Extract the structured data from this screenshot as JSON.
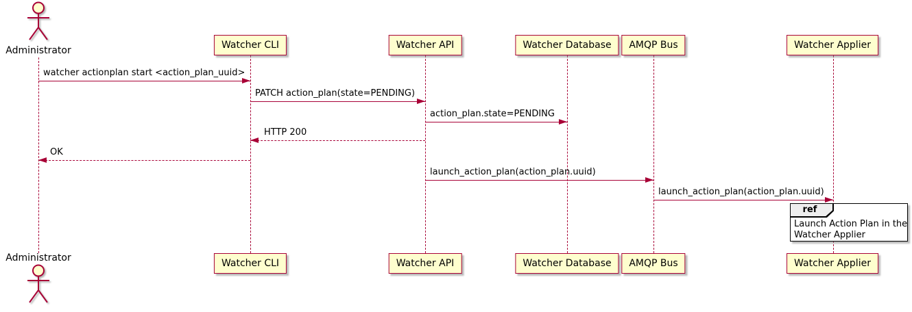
{
  "diagram_type": "uml-sequence",
  "colors": {
    "participant_fill": "#FEFECE",
    "participant_border": "#A80036",
    "lifeline": "#A80036",
    "arrow": "#A80036",
    "text": "#000000",
    "ref_border": "#000000",
    "ref_tab_fill": "#EEEEEE",
    "background": "#FFFFFF"
  },
  "participants": [
    {
      "name": "Administrator",
      "type": "actor"
    },
    {
      "name": "Watcher CLI",
      "type": "participant"
    },
    {
      "name": "Watcher API",
      "type": "participant"
    },
    {
      "name": "Watcher Database",
      "type": "participant"
    },
    {
      "name": "AMQP Bus",
      "type": "participant"
    },
    {
      "name": "Watcher Applier",
      "type": "participant"
    }
  ],
  "messages": [
    {
      "from": "Administrator",
      "to": "Watcher CLI",
      "label": "watcher actionplan start <action_plan_uuid>",
      "line": "solid",
      "direction": "right"
    },
    {
      "from": "Watcher CLI",
      "to": "Watcher API",
      "label": "PATCH action_plan(state=PENDING)",
      "line": "solid",
      "direction": "right"
    },
    {
      "from": "Watcher API",
      "to": "Watcher Database",
      "label": "action_plan.state=PENDING",
      "line": "solid",
      "direction": "right"
    },
    {
      "from": "Watcher API",
      "to": "Watcher CLI",
      "label": "HTTP 200",
      "line": "dashed",
      "direction": "left"
    },
    {
      "from": "Watcher CLI",
      "to": "Administrator",
      "label": "OK",
      "line": "dashed",
      "direction": "left"
    },
    {
      "from": "Watcher API",
      "to": "AMQP Bus",
      "label": "launch_action_plan(action_plan.uuid)",
      "line": "solid",
      "direction": "right"
    },
    {
      "from": "AMQP Bus",
      "to": "Watcher Applier",
      "label": "launch_action_plan(action_plan.uuid)",
      "line": "solid",
      "direction": "right"
    }
  ],
  "ref_fragment": {
    "keyword": "ref",
    "over": "Watcher Applier",
    "lines": [
      "Launch Action Plan in the",
      "Watcher Applier"
    ]
  }
}
